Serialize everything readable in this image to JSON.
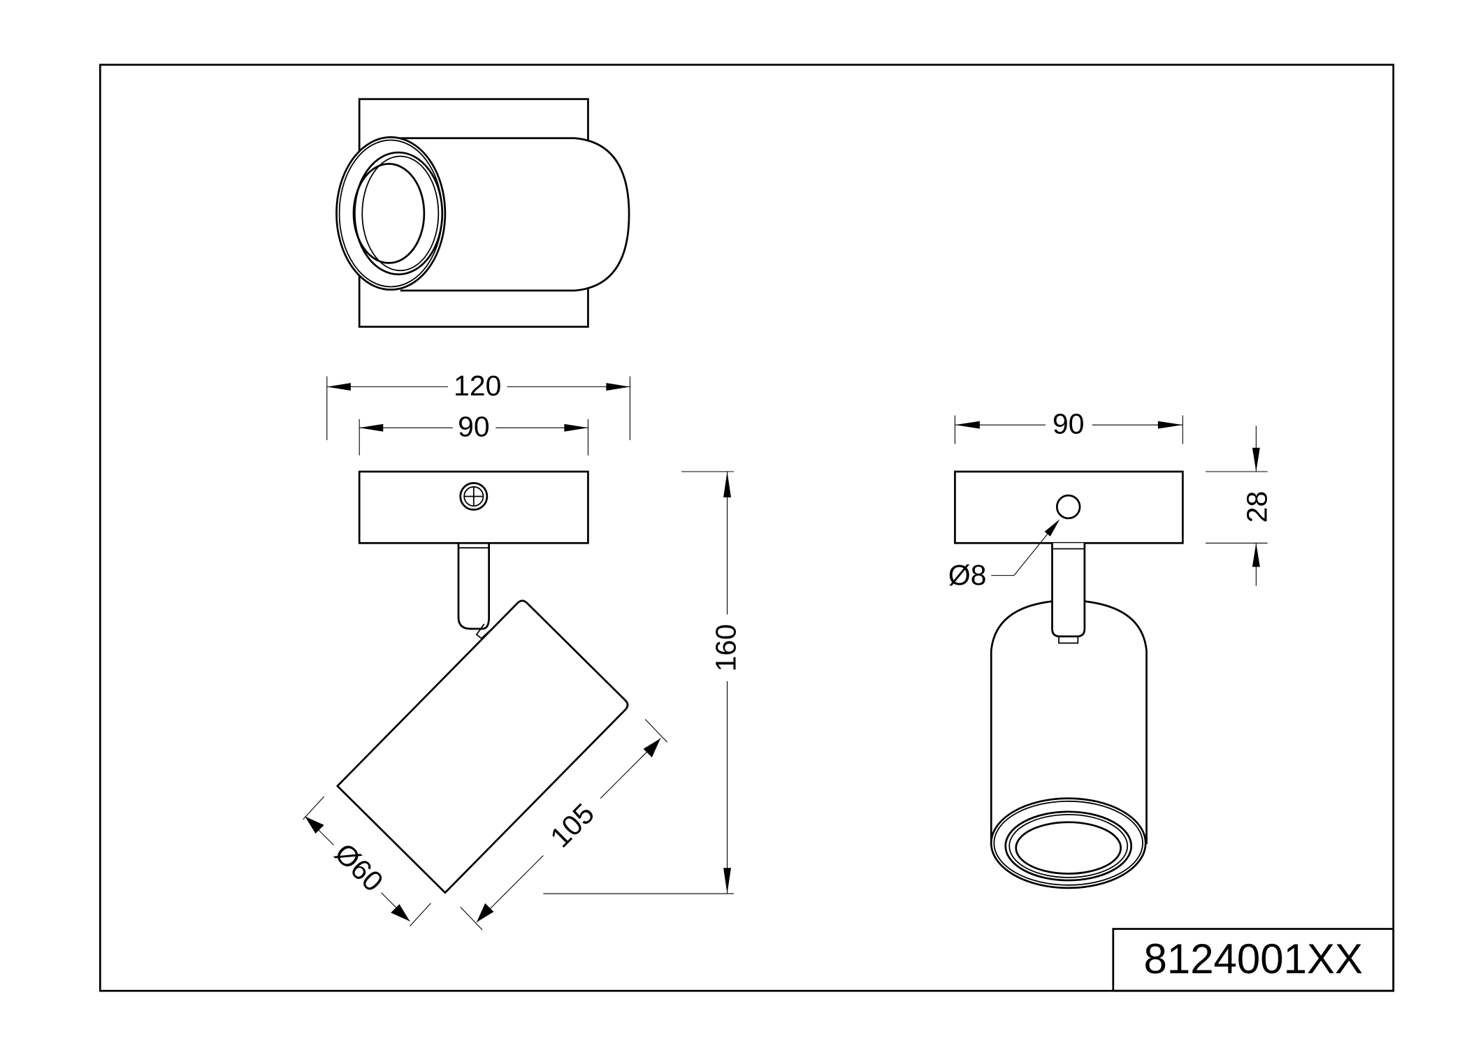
{
  "drawing": {
    "product_code": "8124001XX",
    "colors": {
      "line": "#000000",
      "background": "#ffffff"
    }
  },
  "top_view": {},
  "side_view": {
    "dims": {
      "overall_width": "120",
      "base_width": "90",
      "height": "160",
      "shade_length": "105",
      "shade_diameter": "Ø60"
    }
  },
  "front_view": {
    "dims": {
      "base_width": "90",
      "base_height": "28",
      "hole_diameter": "Ø8"
    }
  }
}
